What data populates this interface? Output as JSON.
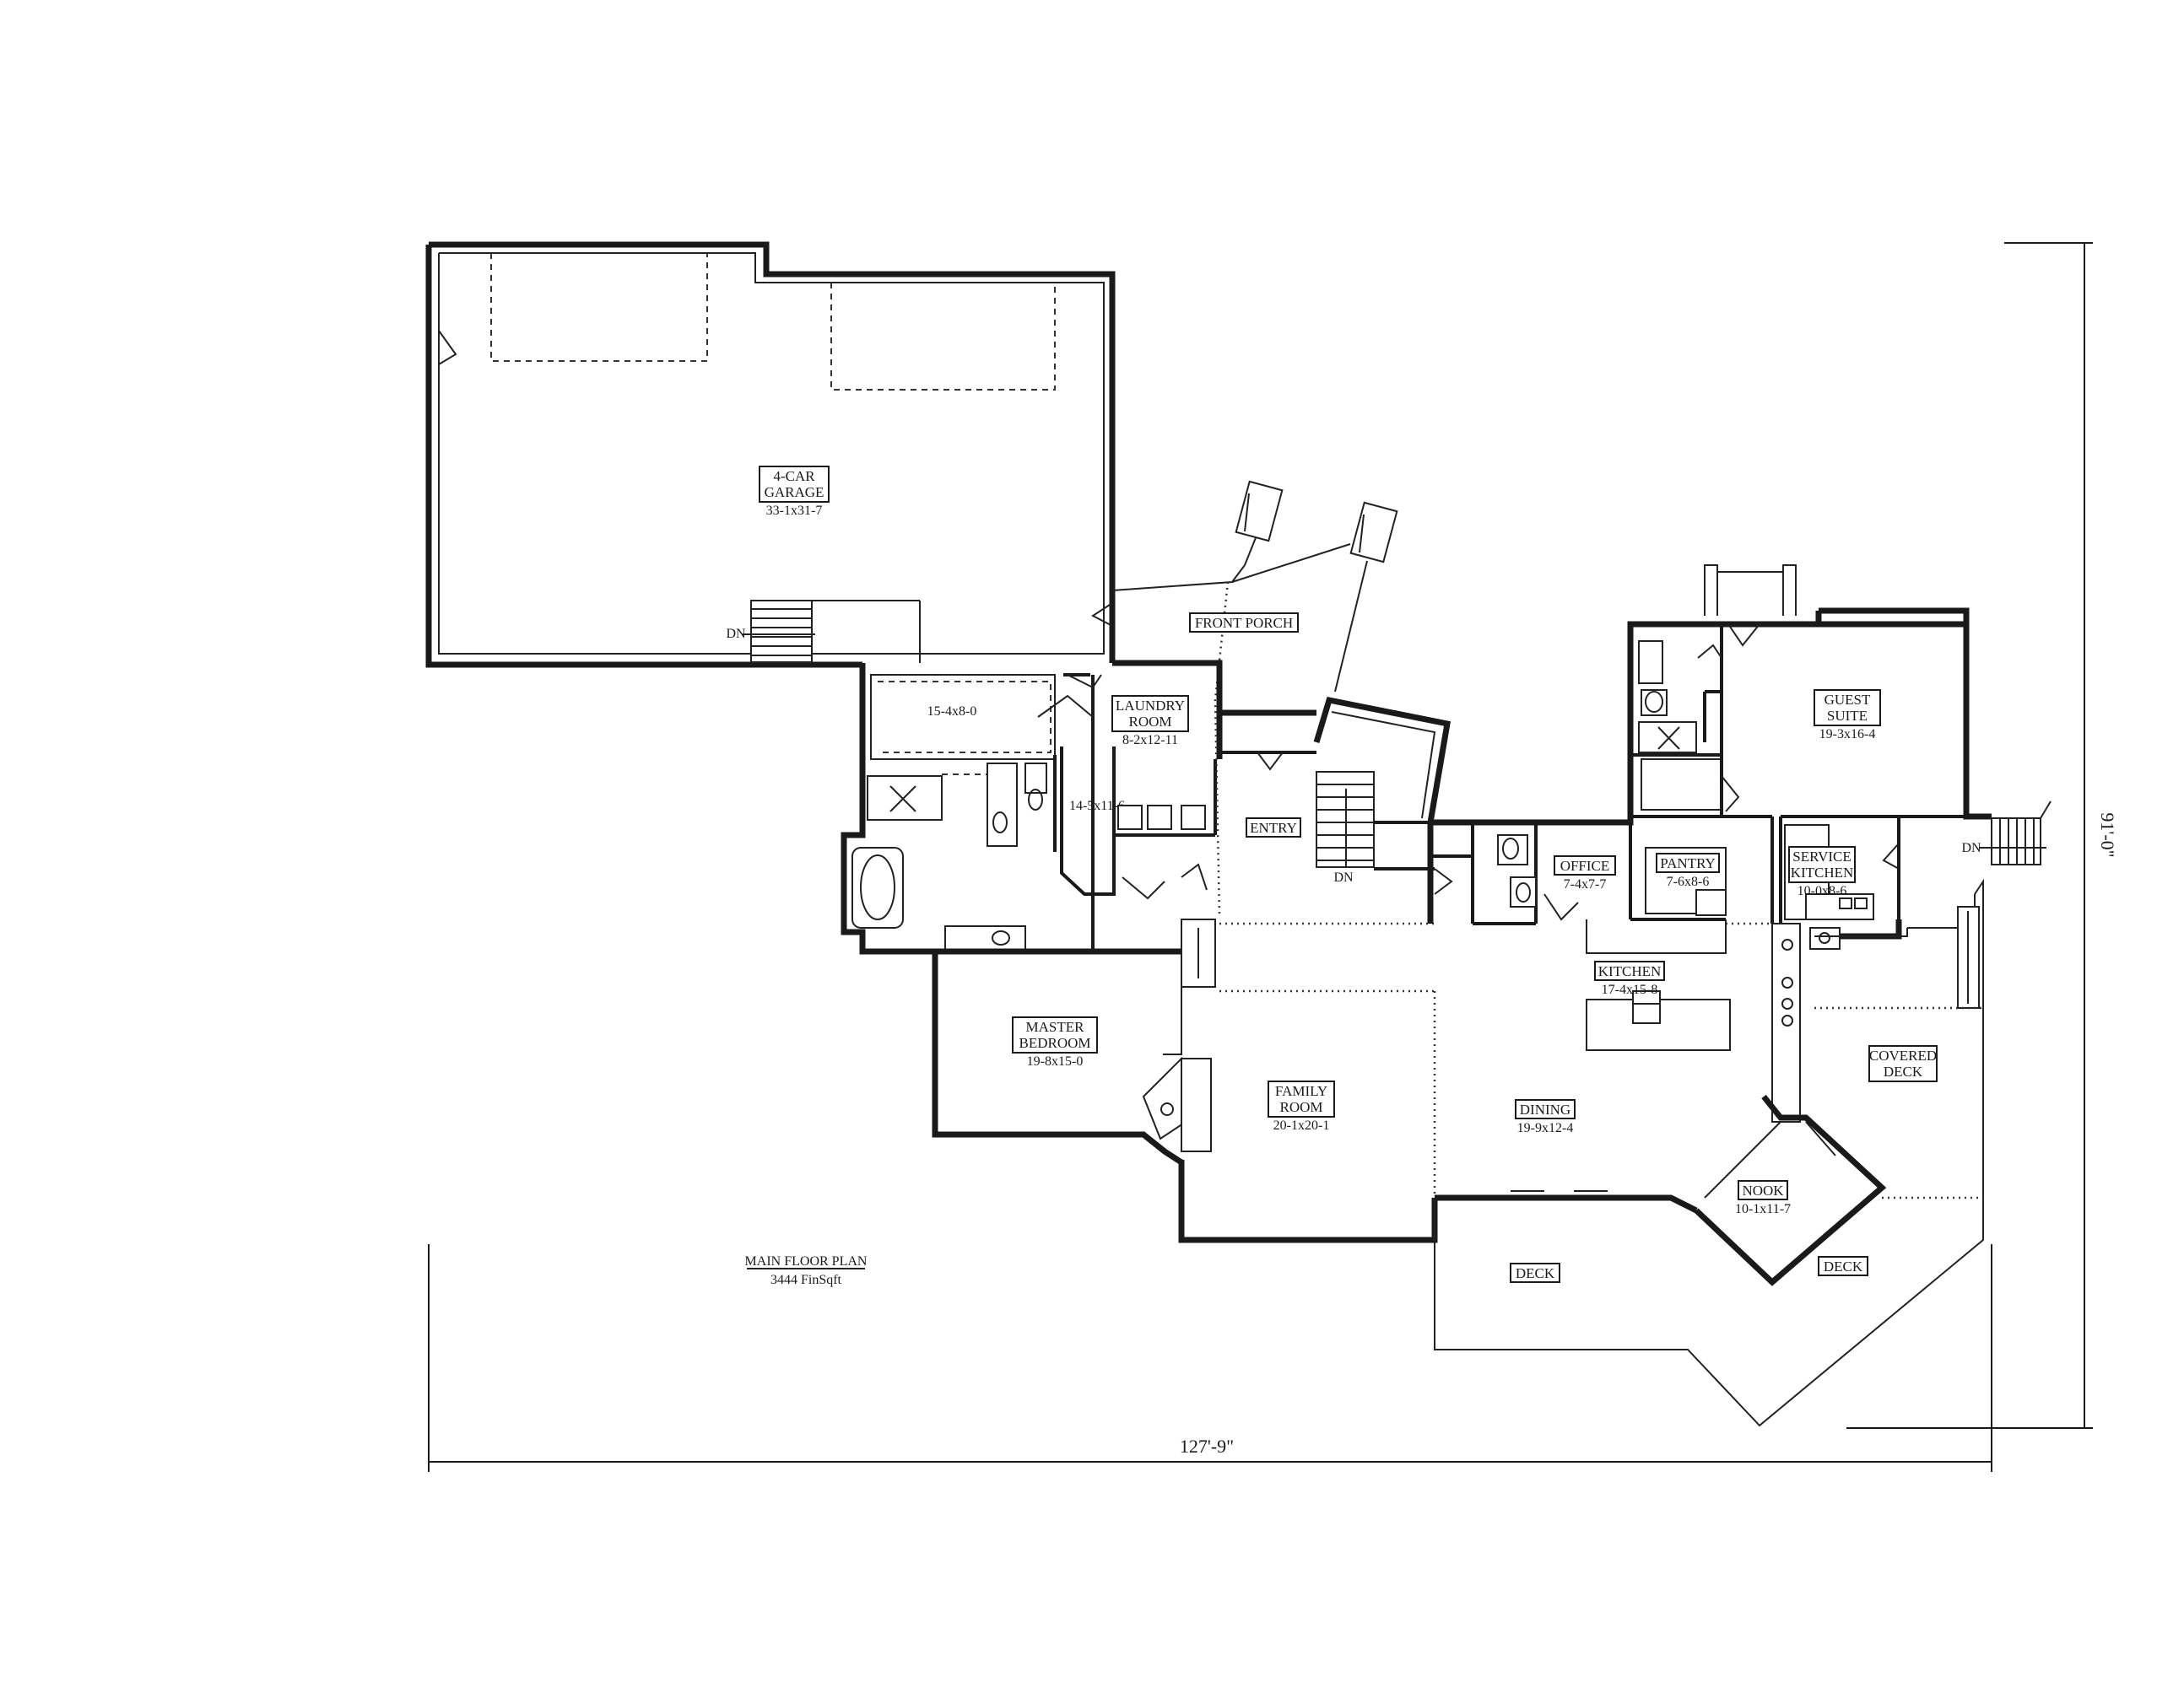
{
  "rooms": {
    "garage": {
      "name_1": "4-CAR",
      "name_2": "GARAGE",
      "dims": "33-1x31-7"
    },
    "laundry": {
      "name_1": "LAUNDRY",
      "name_2": "ROOM",
      "dims": "8-2x12-11"
    },
    "master_bath": {
      "dims": "15-4x8-0"
    },
    "closet": {
      "dims": "14-5x11-6"
    },
    "front_porch": {
      "name": "FRONT PORCH"
    },
    "entry": {
      "name": "ENTRY"
    },
    "office": {
      "name": "OFFICE",
      "dims": "7-4x7-7"
    },
    "pantry": {
      "name": "PANTRY",
      "dims": "7-6x8-6"
    },
    "service_kitchen": {
      "name_1": "SERVICE",
      "name_2": "KITCHEN",
      "dims": "10-0x8-6"
    },
    "guest_suite": {
      "name_1": "GUEST",
      "name_2": "SUITE",
      "dims": "19-3x16-4"
    },
    "kitchen": {
      "name": "KITCHEN",
      "dims": "17-4x15-8"
    },
    "master_bedroom": {
      "name_1": "MASTER",
      "name_2": "BEDROOM",
      "dims": "19-8x15-0"
    },
    "family_room": {
      "name_1": "FAMILY",
      "name_2": "ROOM",
      "dims": "20-1x20-1"
    },
    "dining": {
      "name": "DINING",
      "dims": "19-9x12-4"
    },
    "nook": {
      "name": "NOOK",
      "dims": "10-1x11-7"
    },
    "covered_deck": {
      "name_1": "COVERED",
      "name_2": "DECK"
    },
    "deck_left": {
      "name": "DECK"
    },
    "deck_right": {
      "name": "DECK"
    }
  },
  "stairs": {
    "garage_dn": "DN",
    "entry_dn": "DN",
    "side_dn": "DN"
  },
  "plan_title": {
    "line_1": "MAIN FLOOR PLAN",
    "line_2": "3444 FinSqft"
  },
  "dimensions": {
    "width": "127'-9\"",
    "depth": "91'-0\""
  }
}
